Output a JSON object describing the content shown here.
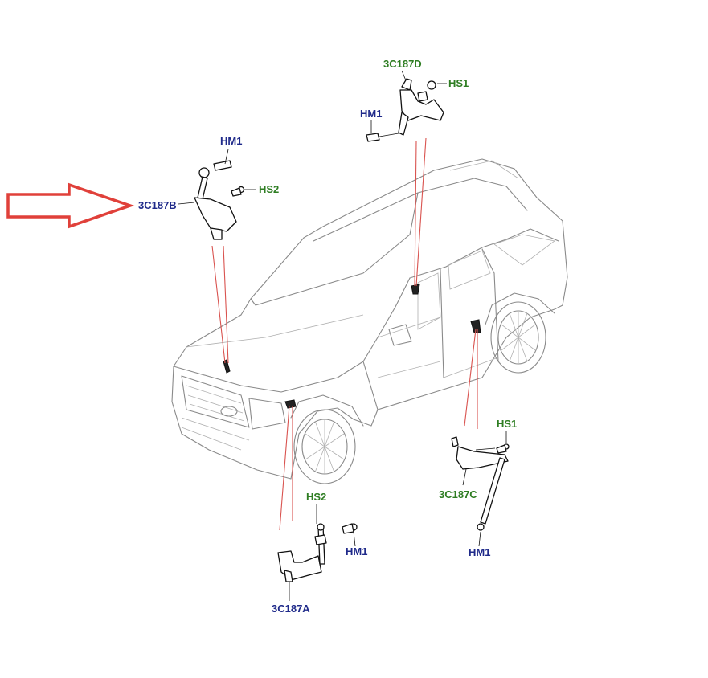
{
  "labels": {
    "sensor_front_left": "3C187A",
    "sensor_front_right": "3C187B",
    "sensor_rear_left": "3C187C",
    "sensor_rear_right": "3C187D",
    "nut_b": "HM1",
    "bolt_b": "HS2",
    "nut_d": "HM1",
    "bolt_d": "HS1",
    "bolt_c": "HS1",
    "nut_c": "HM1",
    "bolt_a": "HS2",
    "nut_a": "HM1"
  },
  "colors": {
    "part_label": "#1f2a8a",
    "fastener_green": "#2e7d22",
    "highlight_arrow": "#e0403a",
    "pointer_lines": "#d9534f"
  },
  "highlight": {
    "target": "3C187B",
    "icon": "right-arrow-outline-icon"
  }
}
